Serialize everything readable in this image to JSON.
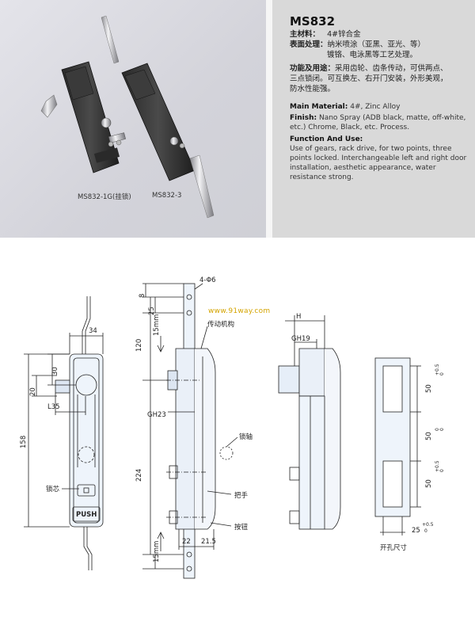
{
  "product": {
    "model": "MS832",
    "cn": {
      "material_label": "主材料：",
      "material_value": "4#锌合金",
      "finish_label": "表面处理：",
      "finish_line1": "纳米喷涂（亚黑、亚光、等）",
      "finish_line2": "镀铬、电泳黑等工艺处理。",
      "function_label": "功能及用途：",
      "function_line1": "采用齿轮、齿条传动，可供两点、",
      "function_line2": "三点锁闭。可互换左、右开门安装，外形美观，",
      "function_line3": "防水性能强。"
    },
    "en": {
      "material_label": "Main Material:",
      "material_value": "4#, Zinc Alloy",
      "finish_label": "Finish:",
      "finish_value": "Nano Spray (ADB black, matte, off-white, etc.) Chrome, Black, etc. Process.",
      "function_label": "Function And Use:",
      "function_value": "Use of gears, rack drive, for two points, three points locked. Interchangeable left and right door installation, aesthetic appearance, water resistance strong."
    }
  },
  "photo_captions": {
    "left": "MS832-1G(挂锁)",
    "right": "MS832-3"
  },
  "watermark": "www.91way.com",
  "drawing": {
    "front": {
      "dims": [
        "34",
        "30",
        "20",
        "L35",
        "158"
      ],
      "labels": {
        "core": "锁芯",
        "push": "PUSH"
      }
    },
    "side": {
      "dims": [
        "4-Φ6",
        "8",
        "25",
        "15mm",
        "120",
        "GH23",
        "224",
        "15mm",
        "22",
        "21.5"
      ],
      "labels": {
        "mechanism": "传动机构",
        "shaft": "锁轴",
        "handle": "把手",
        "button": "按钮"
      }
    },
    "section": {
      "dims": [
        "H",
        "GH19"
      ]
    },
    "cutout": {
      "dims": [
        "50",
        "50",
        "50",
        "25"
      ],
      "tol_a": "+0.5",
      "tol_b": "0",
      "title": "开孔尺寸"
    }
  }
}
